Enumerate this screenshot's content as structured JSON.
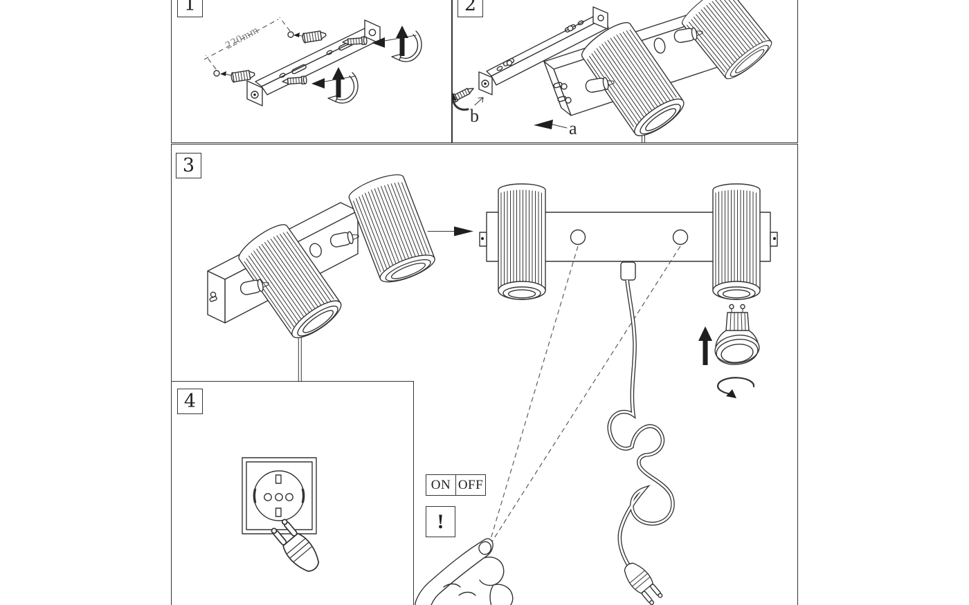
{
  "steps": {
    "step1": "1",
    "step2": "2",
    "step3": "3",
    "step4": "4"
  },
  "annotations": {
    "dimension": "220mm",
    "label_a": "a",
    "label_b": "b"
  },
  "switch": {
    "on": "ON",
    "off": "OFF"
  },
  "warning": {
    "symbol": "!"
  },
  "colors": {
    "line": "#333333",
    "black_fill": "#1f1f1f",
    "dash_line": "#5a5a5a",
    "dim_text": "#777777",
    "paper": "#ffffff"
  }
}
